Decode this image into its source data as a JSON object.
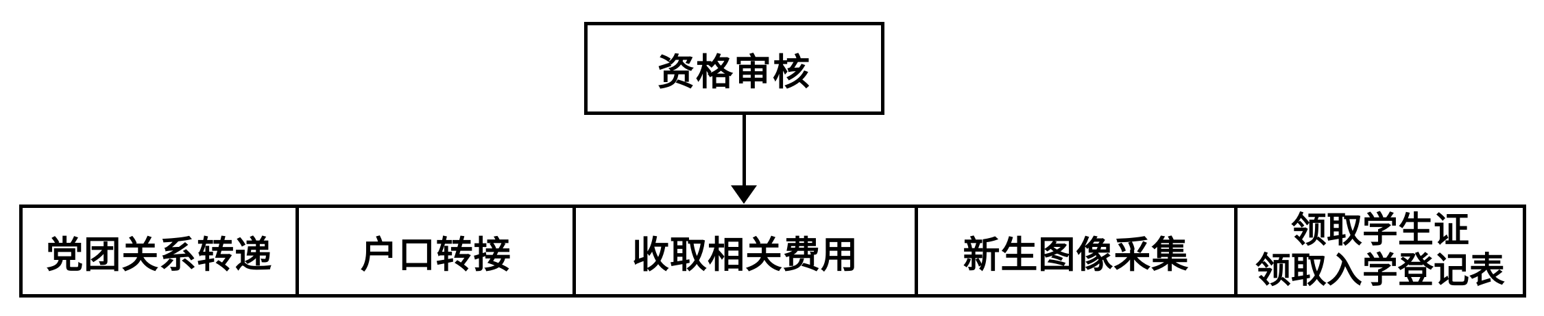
{
  "diagram": {
    "top_node": {
      "label": "资格审核"
    },
    "connector": {
      "type": "arrow-down"
    },
    "process_row": {
      "cells": [
        {
          "lines": [
            "党团关系转递"
          ]
        },
        {
          "lines": [
            "户口转接"
          ]
        },
        {
          "lines": [
            "收取相关费用"
          ]
        },
        {
          "lines": [
            "新生图像采集"
          ]
        },
        {
          "lines": [
            "领取学生证",
            "领取入学登记表"
          ]
        }
      ]
    },
    "colors": {
      "border": "#000000",
      "background": "#ffffff",
      "text": "#000000"
    }
  }
}
